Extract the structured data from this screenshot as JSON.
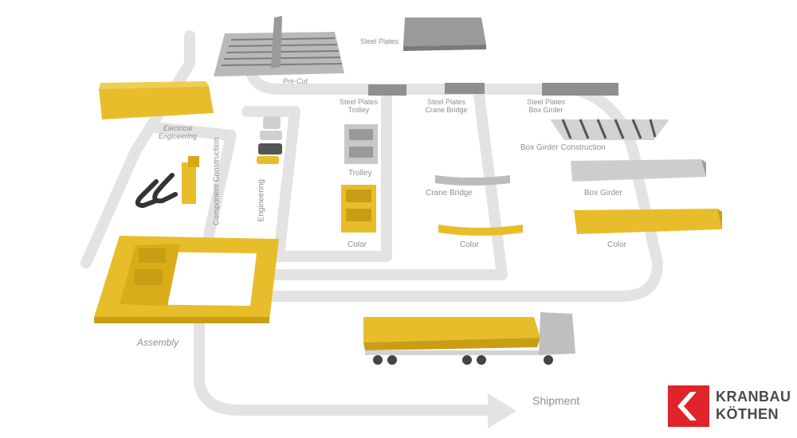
{
  "labels": {
    "steel_plates": "Steel Plates",
    "pre_cut": "Pre-Cut",
    "electrical_engineering_line1": "Electrical",
    "electrical_engineering_line2": "Engineering",
    "component_construction": "Component Construction",
    "engineering": "Engineering",
    "steel_plates_trolley_line1": "Steel Plates",
    "steel_plates_trolley_line2": "Trolley",
    "steel_plates_crane_bridge_line1": "Steel Plates",
    "steel_plates_crane_bridge_line2": "Crane Bridge",
    "steel_plates_box_girder_line1": "Steel Plates",
    "steel_plates_box_girder_line2": "Box Girder",
    "box_girder_construction": "Box Girder Construction",
    "trolley": "Trolley",
    "crane_bridge": "Crane Bridge",
    "box_girder": "Box Girder",
    "color_trolley": "Color",
    "color_crane_bridge": "Color",
    "color_box_girder": "Color",
    "assembly": "Assembly",
    "shipment": "Shipment"
  },
  "brand": {
    "line1": "KRANBAU",
    "line2": "KÖTHEN",
    "color": "#e1232a"
  },
  "colors": {
    "path": "#e3e3e3",
    "yellow": "#e8bd2c",
    "yellow_dark": "#c99d14",
    "gray_block": "#8f8f8f",
    "label_text": "#8e8e8e"
  }
}
